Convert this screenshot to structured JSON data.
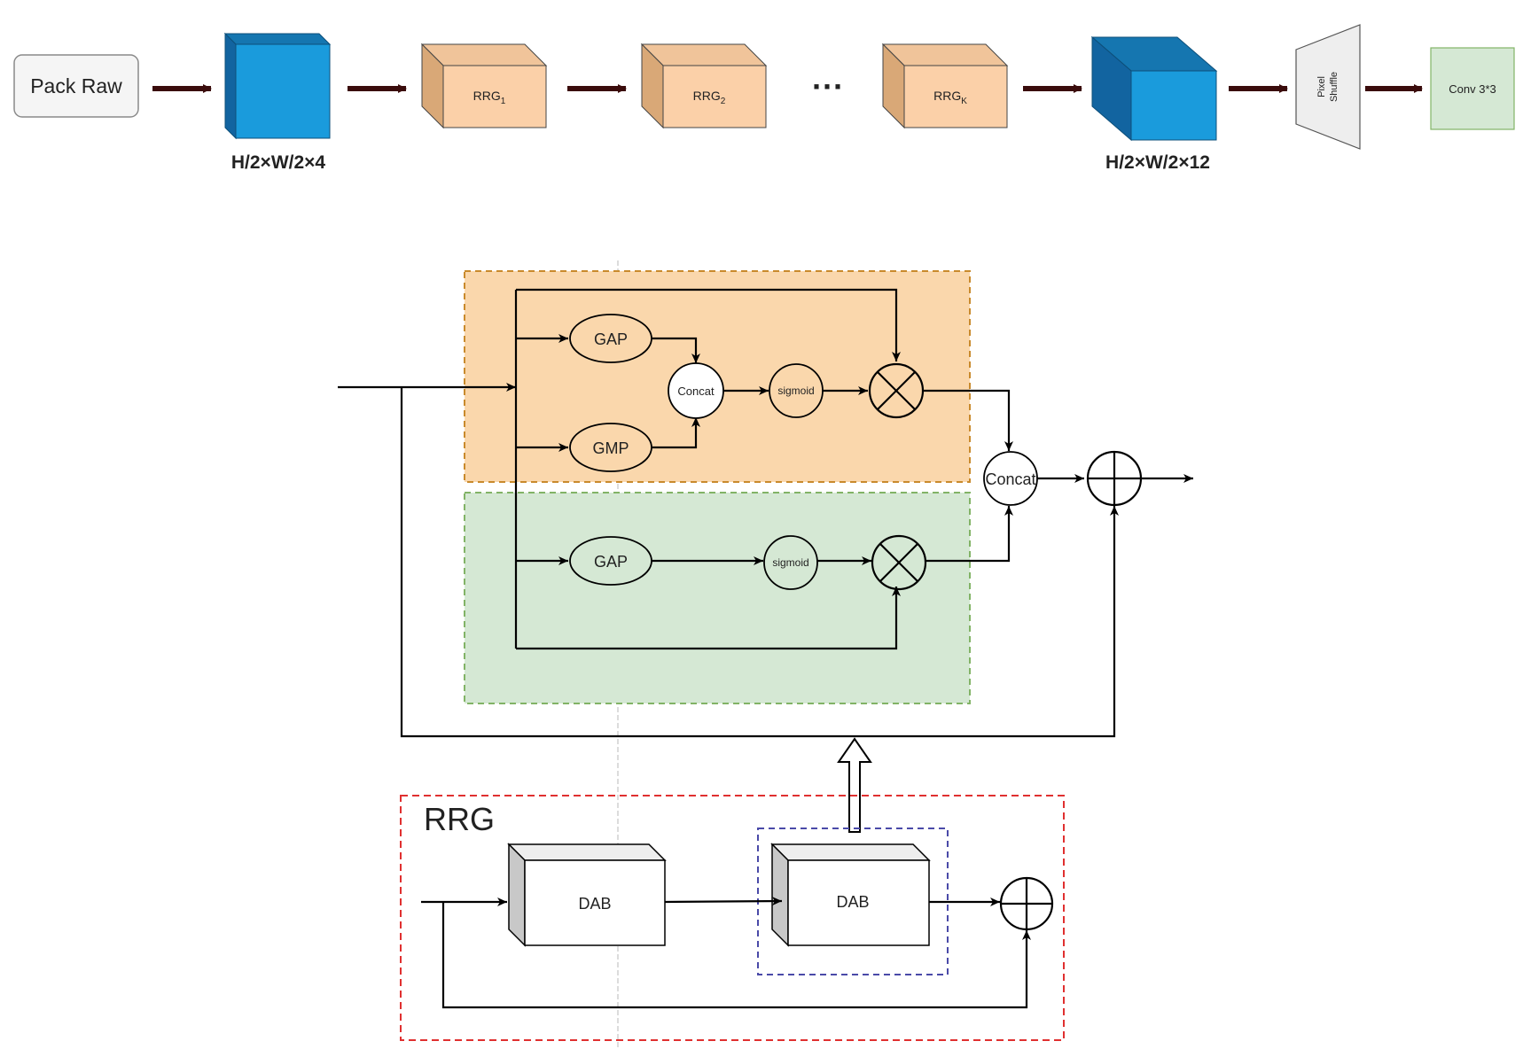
{
  "pipeline": {
    "pack_raw": "Pack Raw",
    "input_dims": "H/2×W/2×4",
    "rrg_base": "RRG",
    "rrg1_sub": "1",
    "rrg2_sub": "2",
    "rrgk_sub": "K",
    "ellipsis": "···",
    "output_dims": "H/2×W/2×12",
    "pixel_shuffle_line1": "Pixel",
    "pixel_shuffle_line2": "Shuffle",
    "conv": "Conv 3*3"
  },
  "attention": {
    "gap_top": "GAP",
    "gmp": "GMP",
    "concat_inner": "Concat",
    "sigmoid_top": "sigmoid",
    "gap_bottom": "GAP",
    "sigmoid_bottom": "sigmoid",
    "concat_outer": "Concat"
  },
  "rrg_block": {
    "title": "RRG",
    "dab1": "DAB",
    "dab2": "DAB"
  },
  "colors": {
    "feature_blue": "#1a9bdc",
    "rrg_orange": "#f5c9a0",
    "orange_region": "#fad7ac",
    "green_region": "#d5e8d4",
    "conv_green": "#d5e8d4",
    "arrow_dark": "#3a0c0c",
    "rrg_border_red": "#e03030",
    "dab_border_blue": "#4a4aa8"
  }
}
